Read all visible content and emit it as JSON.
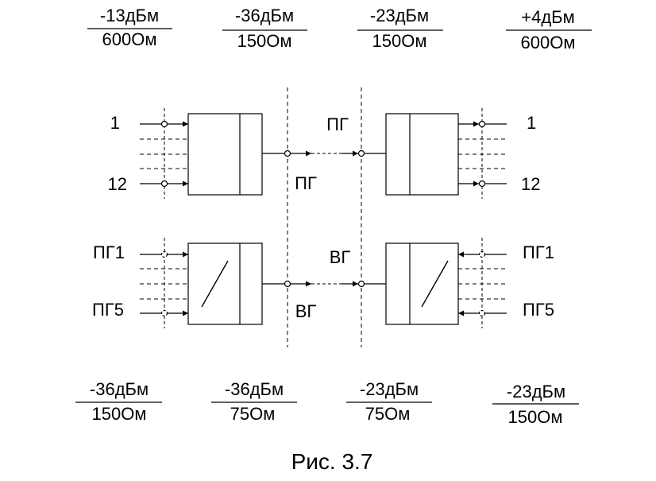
{
  "fractions_top": [
    {
      "num": "-13дБм",
      "den": "600Ом"
    },
    {
      "num": "-36дБм",
      "den": "150Ом"
    },
    {
      "num": "-23дБм",
      "den": "150Ом"
    },
    {
      "num": "+4дБм",
      "den": "600Ом"
    }
  ],
  "fractions_bottom": [
    {
      "num": "-36дБм",
      "den": "150Ом"
    },
    {
      "num": "-36дБм",
      "den": "75Ом"
    },
    {
      "num": "-23дБм",
      "den": "75Ом"
    },
    {
      "num": "-23дБм",
      "den": "150Ом"
    }
  ],
  "labels": {
    "left_in_1": "1",
    "left_in_12": "12",
    "right_out_1": "1",
    "right_out_12": "12",
    "pg_top": "ПГ",
    "pg_bottom": "ПГ",
    "left_pg1": "ПГ1",
    "left_pg5": "ПГ5",
    "right_pg1": "ПГ1",
    "right_pg5": "ПГ5",
    "vg_top": "ВГ",
    "vg_bottom": "ВГ"
  },
  "caption": "Рис. 3.7"
}
